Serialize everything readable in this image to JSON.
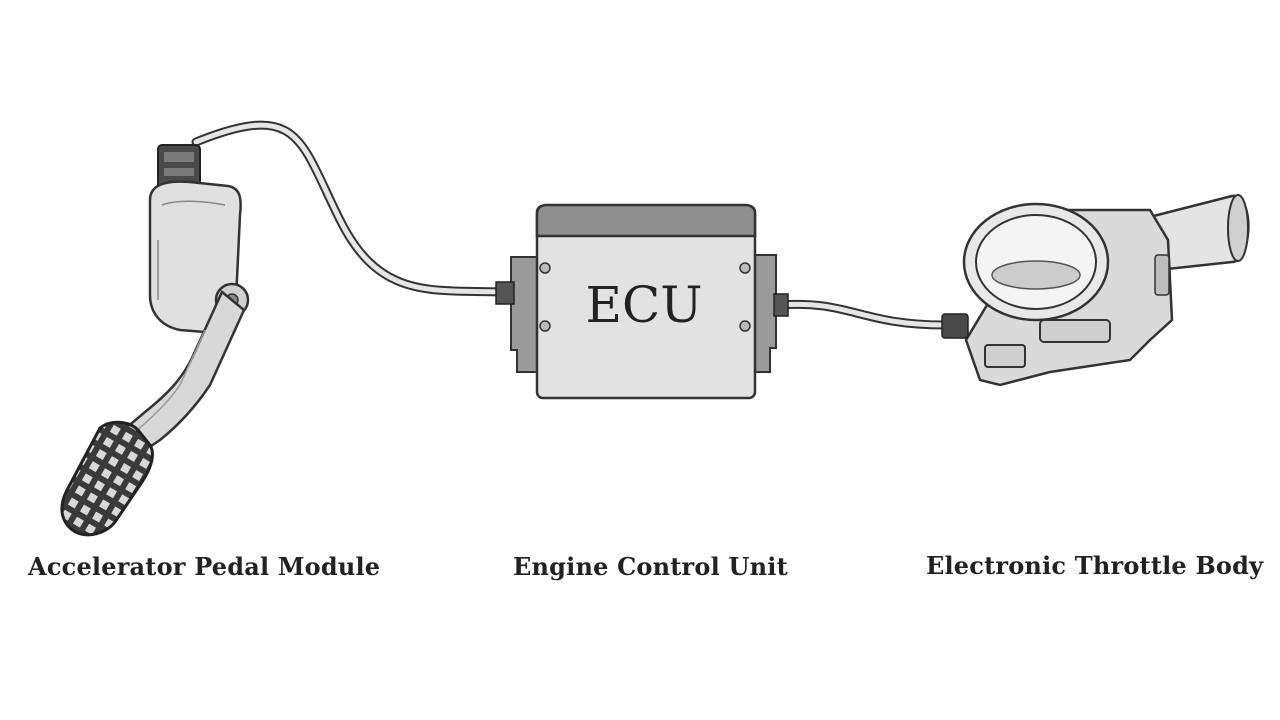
{
  "ecu": {
    "text": "ECU"
  },
  "labels": {
    "pedal": "Accelerator Pedal Module",
    "ecu": "Engine Control Unit",
    "throttle": "Electronic Throttle Body"
  },
  "colors": {
    "outline": "#333333",
    "fill": "#dcdcdc",
    "fill_dark": "#9a9a9a",
    "fill_light": "#eeeeee",
    "text": "#222222"
  }
}
